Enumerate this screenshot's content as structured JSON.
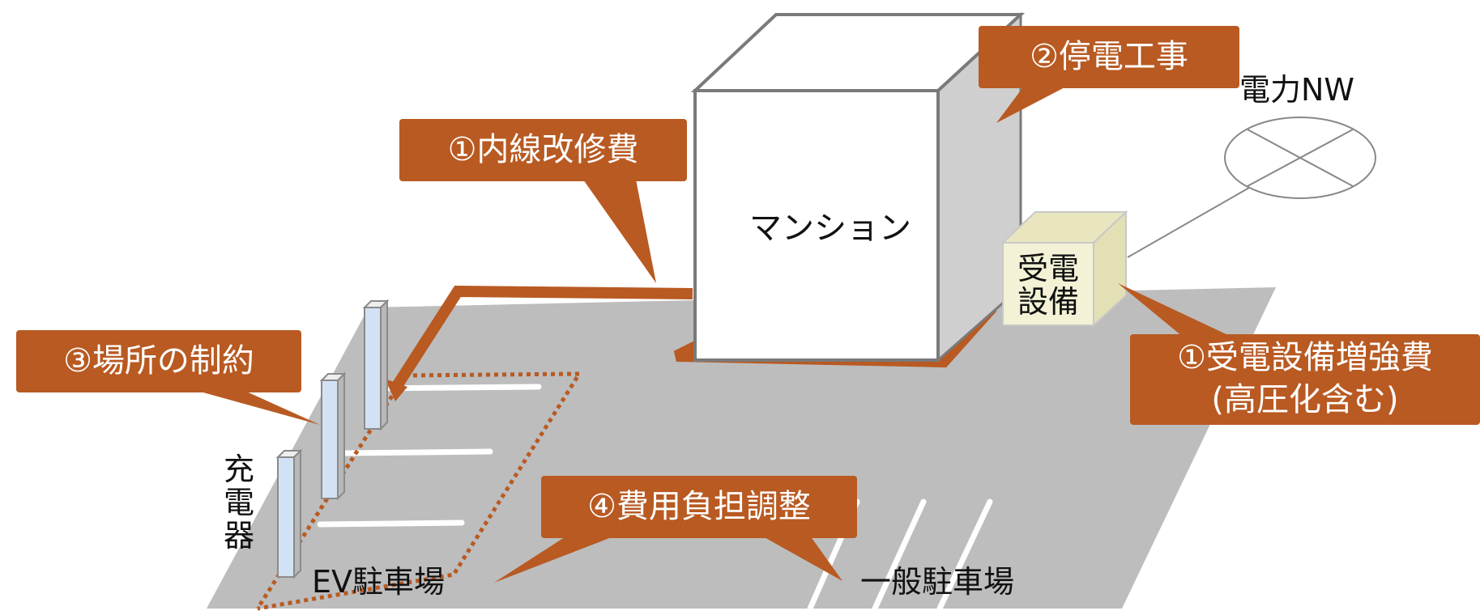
{
  "colors": {
    "callout": "#b85a22",
    "lot": "#bdbdbd",
    "building_outline": "#7a7a7a",
    "wall_shade": "#cfcfcf",
    "charger": "#d2e2f4",
    "dotted_border": "#b85a22"
  },
  "building": {
    "label": "マンション"
  },
  "substation": {
    "line1": "受電",
    "line2": "設備"
  },
  "grid": {
    "label": "電力NW"
  },
  "charger": {
    "chars": [
      "充",
      "電",
      "器"
    ]
  },
  "parking": {
    "ev_label": "EV駐車場",
    "general_label": "一般駐車場"
  },
  "callouts": {
    "wiring": "①内線改修費",
    "outage": "②停電工事",
    "substation_upgrade_line1": "①受電設備増強費",
    "substation_upgrade_line2": "(高圧化含む)",
    "location": "③場所の制約",
    "cost_sharing": "④費用負担調整"
  }
}
